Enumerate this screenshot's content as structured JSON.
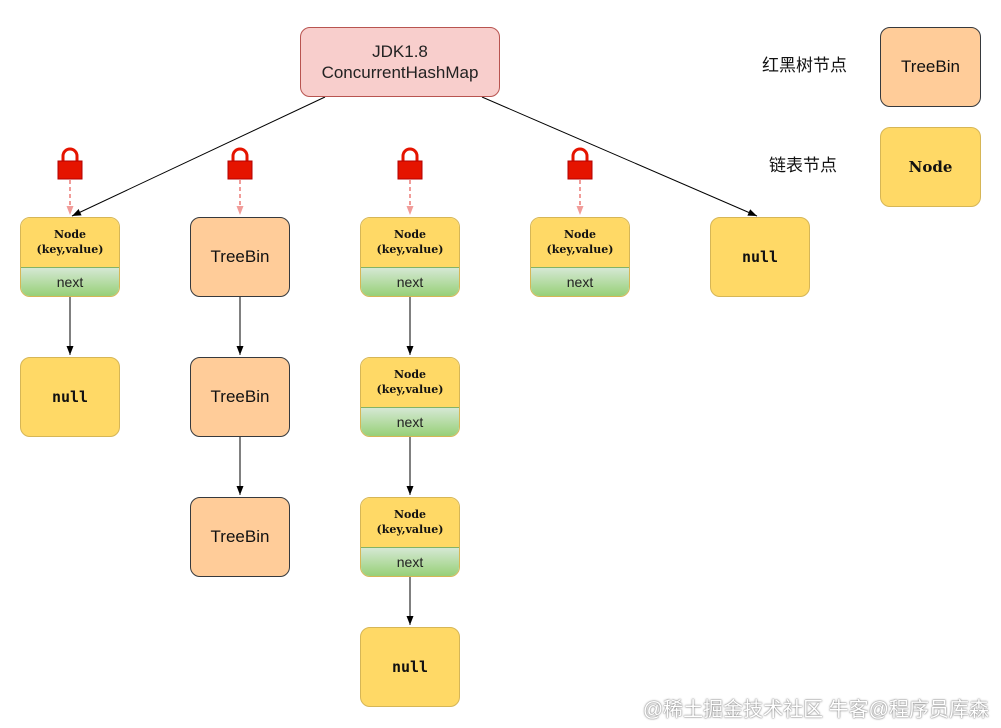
{
  "root": {
    "line1": "JDK1.8",
    "line2": "ConcurrentHashMap"
  },
  "legend": {
    "treebin_label": "红黑树节点",
    "treebin_text": "TreeBin",
    "node_label": "链表节点",
    "node_text": "Node"
  },
  "node": {
    "title": "Node",
    "kv": "(key,value)",
    "next": "next"
  },
  "treebin_text": "TreeBin",
  "null_text": "null",
  "colors": {
    "root_fill": "#f8cecc",
    "treebin_fill": "#ffcc99",
    "node_fill": "#ffd966",
    "next_fill": "#97d077",
    "lock": "#e51400",
    "dashed_arrow": "#f19c99"
  },
  "icons": {
    "lock": "padlock-icon"
  },
  "watermark": "@稀土掘金技术社区 牛客@程序员库森"
}
